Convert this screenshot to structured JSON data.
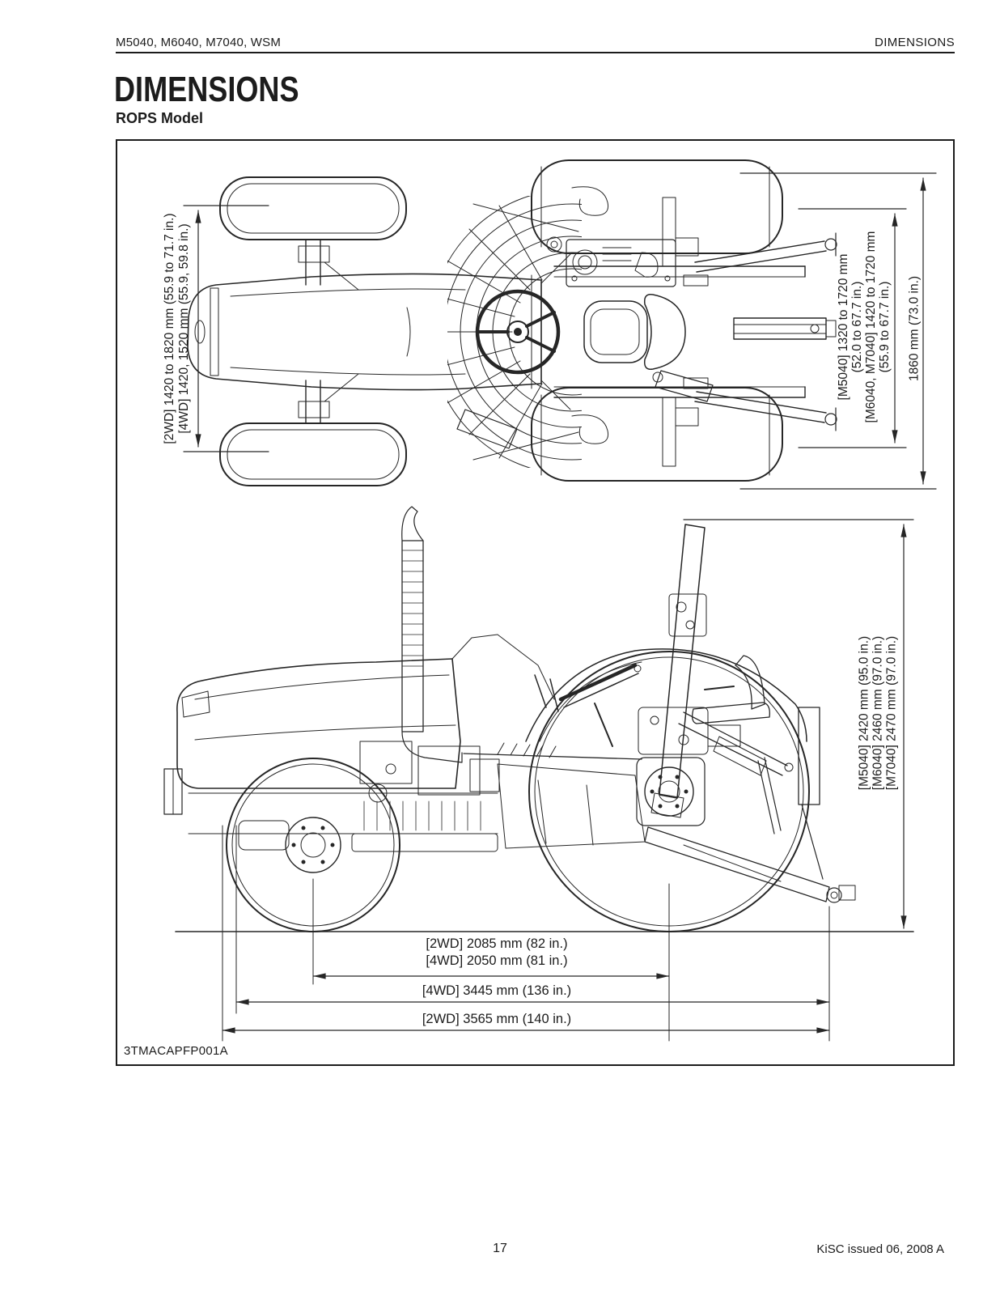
{
  "page": {
    "header": {
      "left": "M5040, M6040, M7040, WSM",
      "right": "DIMENSIONS"
    },
    "title": "DIMENSIONS",
    "subtitle": "ROPS Model",
    "footer": {
      "page_number": "17",
      "issue": "KiSC issued 06, 2008 A"
    },
    "colors": {
      "ink": "#1c1c1c",
      "paper": "#ffffff"
    }
  },
  "figure": {
    "code": "3TMACAPFP001A",
    "top_view": {
      "front_tread": {
        "line1": "[2WD] 1420 to 1820 mm (55.9 to 71.7 in.)",
        "line2": "[4WD] 1420, 1520 mm (55.9, 59.8 in.)"
      },
      "rear_tread": {
        "line1": "[M5040] 1320 to 1720 mm",
        "line2": "(52.0 to 67.7 in.)",
        "line3": "[M6040, M7040] 1420 to 1720 mm",
        "line4": "(55.9 to 67.7 in.)"
      },
      "overall_width": "1860 mm (73.0 in.)"
    },
    "side_view": {
      "overall_height": {
        "line1": "[M5040] 2420 mm (95.0 in.)",
        "line2": "[M6040] 2460 mm (97.0 in.)",
        "line3": "[M7040] 2470 mm (97.0 in.)"
      },
      "wheelbase": {
        "line1": "[2WD] 2085 mm (82 in.)",
        "line2": "[4WD] 2050 mm (81 in.)"
      },
      "overall_length_4wd": "[4WD] 3445 mm (136 in.)",
      "overall_length_2wd": "[2WD] 3565 mm (140 in.)"
    }
  }
}
